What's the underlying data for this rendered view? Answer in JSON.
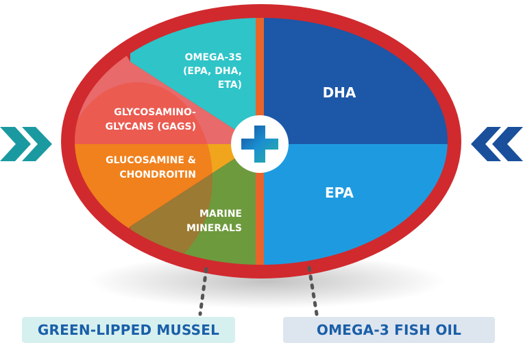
{
  "left_segments": [
    {
      "lines": [
        "OMEGA-3S",
        "(EPA, DHA,",
        "ETA)"
      ],
      "color": "#2ec4c8"
    },
    {
      "lines": [
        "GLYCOSAMINO-",
        "GLYCANS (GAGS)"
      ],
      "color": "#e86a6a"
    },
    {
      "lines": [
        "GLUCOSAMINE &",
        "CHONDROITIN"
      ],
      "color": "#f0a51c"
    },
    {
      "lines": [
        "MARINE",
        "MINERALS"
      ],
      "color": "#6e9a3e"
    }
  ],
  "right_segments": [
    {
      "label": "DHA",
      "color": "#1c57a8"
    },
    {
      "label": "EPA",
      "color": "#1e9be0"
    }
  ],
  "center_icon": "plus-icon",
  "sources": {
    "left": "GREEN-LIPPED MUSSEL",
    "right": "OMEGA-3 FISH OIL"
  },
  "colors": {
    "shell": "#d02a2e",
    "left_chevron": "#1a9aa0",
    "right_chevron": "#1a4f9c",
    "label_text": "#1a5fa8"
  }
}
